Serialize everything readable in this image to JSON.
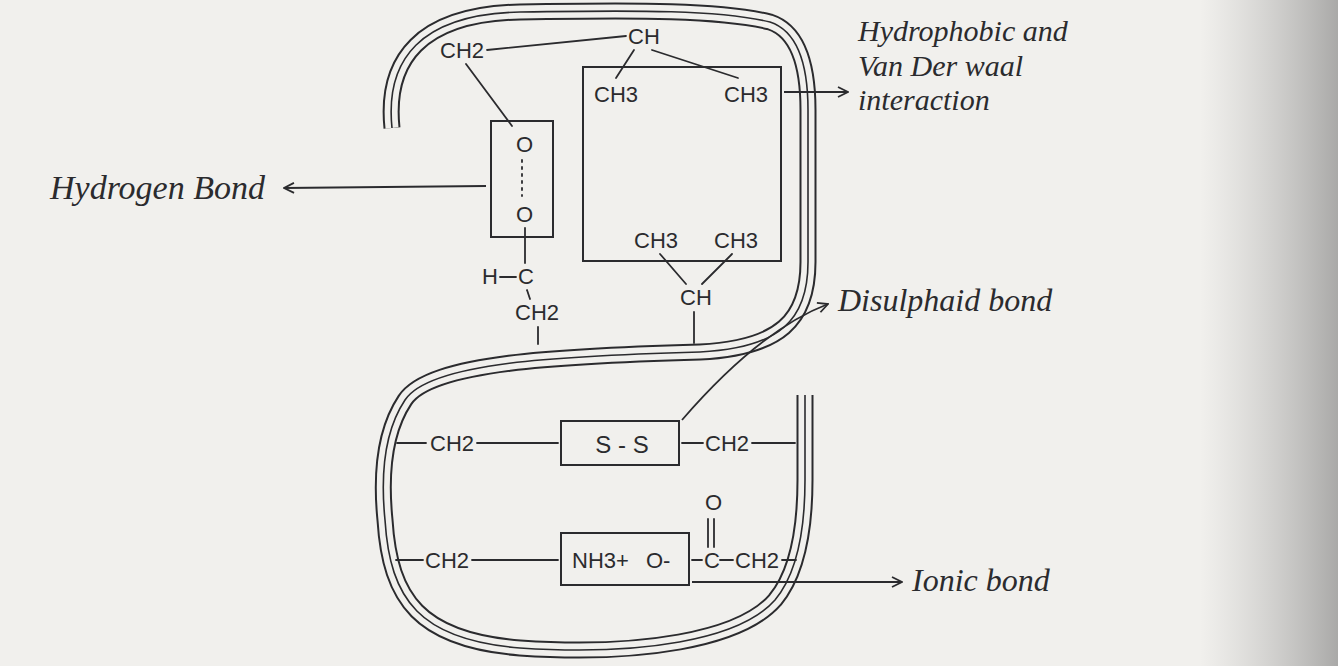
{
  "diagram": {
    "nodes": [
      {
        "text": [
          "O",
          "O"
        ]
      },
      {
        "text": [
          "CH3",
          "CH3",
          "CH3",
          "CH3"
        ]
      },
      {
        "text": [
          "S - S"
        ]
      },
      {
        "text": [
          "NH3+",
          "O-"
        ]
      }
    ],
    "labels": [
      "CH2",
      "CH",
      "Hydrogen Bond",
      "Hydrophobic and Van Der waal interaction",
      "H",
      "C",
      "CH2",
      "CH",
      "Disulphaid bond",
      "CH2",
      "CH2",
      "CH2",
      "O",
      "C",
      "CH2",
      "Ionic bond"
    ]
  }
}
